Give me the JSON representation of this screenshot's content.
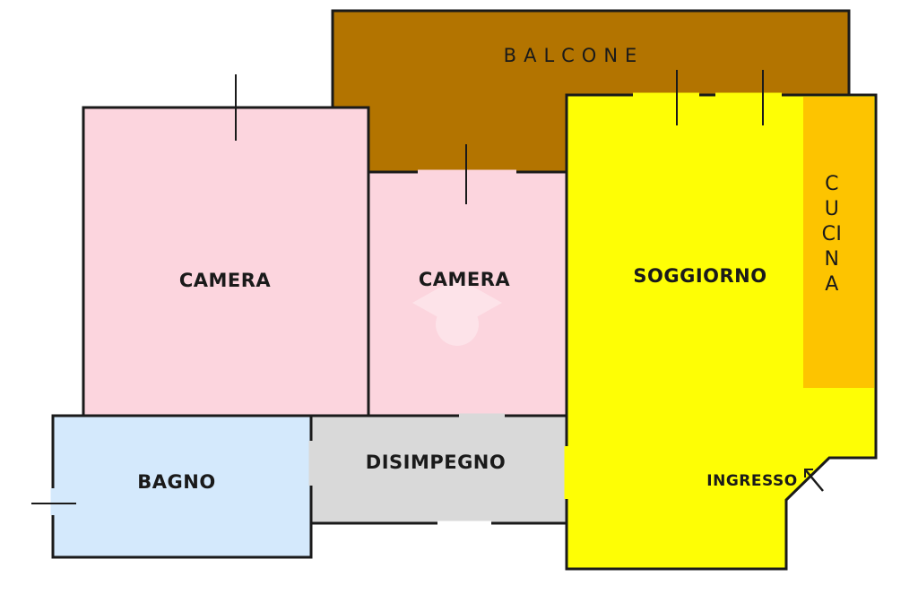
{
  "rooms": {
    "balcone": "BALCONE",
    "camera_left": "CAMERA",
    "camera_mid": "CAMERA",
    "soggiorno": "SOGGIORNO",
    "cucina": "CUCINA",
    "bagno": "BAGNO",
    "disimpegno": "DISIMPEGNO",
    "ingresso": "INGRESSO"
  },
  "colors": {
    "balcone": "#b37400",
    "camera": "#fcd5de",
    "soggiorno": "#fefe05",
    "cucina": "#fdc400",
    "bagno": "#d4e9fc",
    "disimpegno": "#d9d9d9",
    "wall": "#1a1a1a"
  }
}
